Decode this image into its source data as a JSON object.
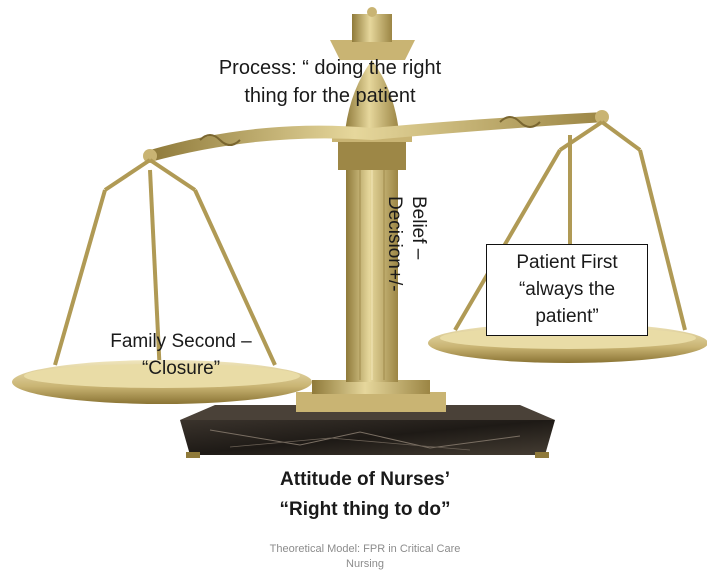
{
  "process_label": [
    "Process: “ doing the right",
    "thing for the patient"
  ],
  "belief_label": [
    "Belief –",
    "Decision+/-"
  ],
  "family_label": [
    "Family Second –",
    "“Closure”"
  ],
  "patient_label": [
    "Patient First",
    "“always the",
    "patient”"
  ],
  "attitude_label": [
    "Attitude of Nurses’",
    "“Right thing to do”"
  ],
  "caption": [
    "Theoretical Model:  FPR in Critical Care",
    "Nursing"
  ],
  "colors": {
    "brass": "#c7b16e",
    "brass_dark": "#8f7a3a",
    "marble": "#2b2622"
  }
}
